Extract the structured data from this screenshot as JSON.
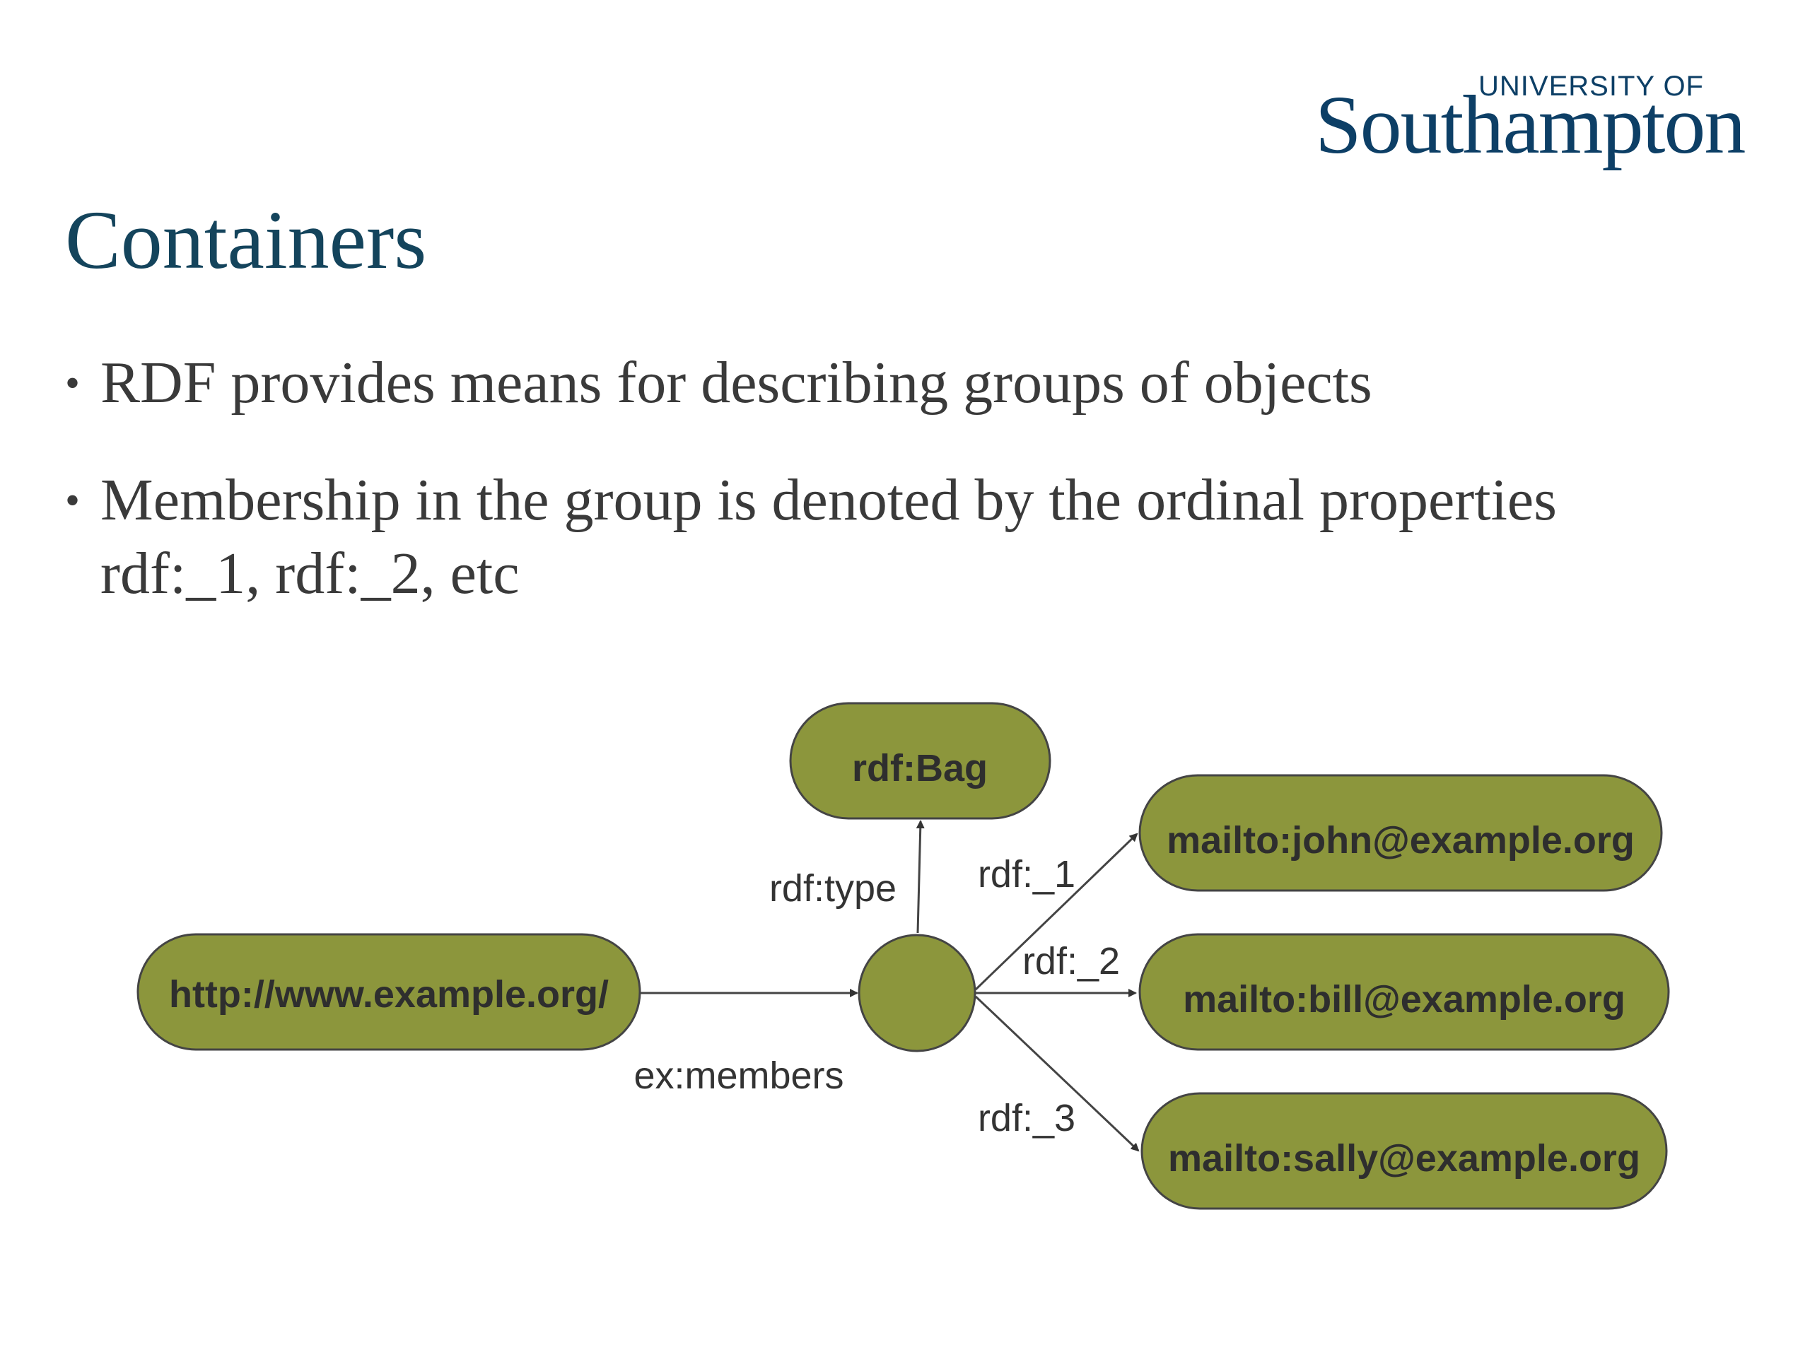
{
  "logo": {
    "top_text": "UNIVERSITY OF",
    "main_text": "Southampton"
  },
  "title": "Containers",
  "bullets": [
    "RDF provides means for describing groups of objects",
    "Membership in the group is denoted by the ordinal properties rdf:_1, rdf:_2, etc"
  ],
  "diagram": {
    "nodes": {
      "subject": "http://www.example.org/",
      "blank": "",
      "type": "rdf:Bag",
      "member1": "mailto:john@example.org",
      "member2": "mailto:bill@example.org",
      "member3": "mailto:sally@example.org"
    },
    "edges": {
      "members": "ex:members",
      "type": "rdf:type",
      "m1": "rdf:_1",
      "m2": "rdf:_2",
      "m3": "rdf:_3"
    }
  },
  "colors": {
    "node_fill": "#8c963c",
    "node_stroke": "#444444",
    "title": "#14445c",
    "logo": "#0d3f66"
  }
}
